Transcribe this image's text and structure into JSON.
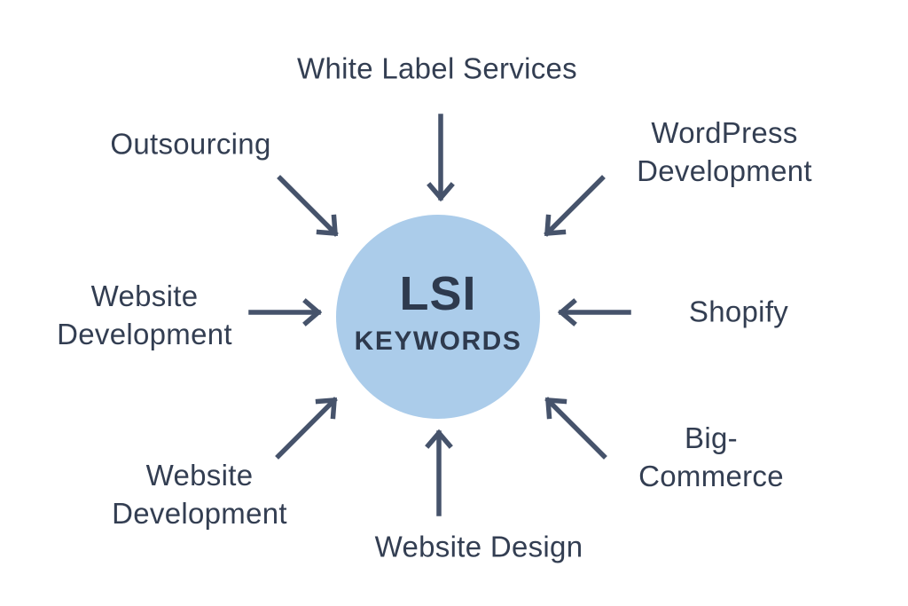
{
  "title": "LSI Keywords diagram",
  "colors": {
    "background": "#ffffff",
    "circle_fill": "#abccea",
    "center_text": "#2e3a4e",
    "label_text": "#333e52",
    "arrow": "#46536b"
  },
  "center": {
    "acronym": "LSI",
    "word": "KEYWORDS"
  },
  "labels": {
    "top": "White Label Services",
    "top_left": "Outsourcing",
    "top_right": "WordPress\nDevelopment",
    "left": "Website\nDevelopment",
    "right": "Shopify",
    "bottom_left": "Website\nDevelopment",
    "bottom_right": "Big-\nCommerce",
    "bottom": "Website Design"
  }
}
